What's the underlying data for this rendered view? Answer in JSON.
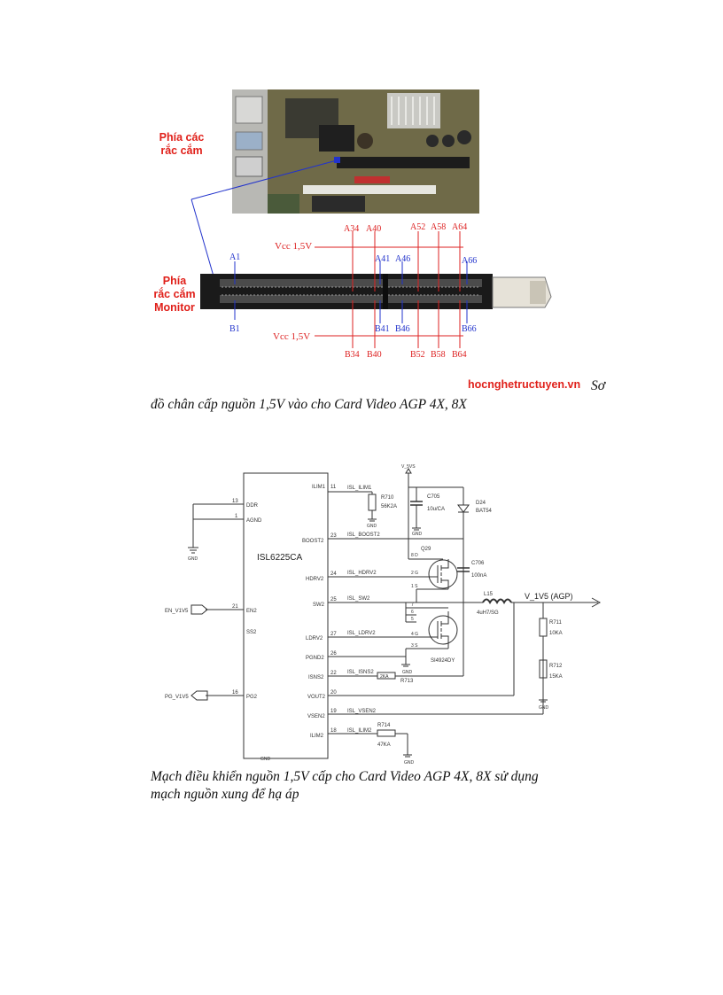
{
  "figure1": {
    "label_slot_side": [
      "Phía các",
      "rắc cắm"
    ],
    "label_monitor_side": [
      "Phía",
      "rắc cắm",
      "Monitor"
    ],
    "vcc_top": "Vcc 1,5V",
    "vcc_bottom": "Vcc 1,5V",
    "pins_top_red": [
      "A34",
      "A40",
      "A52",
      "A58",
      "A64"
    ],
    "pins_top_blue": [
      "A1",
      "A41",
      "A46",
      "A66"
    ],
    "pins_bottom_red": [
      "B34",
      "B40",
      "B52",
      "B58",
      "B64"
    ],
    "pins_bottom_blue": [
      "B1",
      "B41",
      "B46",
      "B66"
    ],
    "watermark": "hocnghetructuyen.vn",
    "caption_tail": "Sơ",
    "caption": "đồ chân cấp nguồn 1,5V vào cho Card Video AGP 4X, 8X"
  },
  "figure2": {
    "chip_name": "ISL6225CA",
    "left_pins": [
      {
        "num": "13",
        "name": "DDR"
      },
      {
        "num": "1",
        "name": "AGND"
      },
      {
        "num": "21",
        "name": "EN2"
      },
      {
        "num": "",
        "name": "SS2"
      },
      {
        "num": "16",
        "name": "PG2"
      }
    ],
    "right_pins": [
      {
        "num": "11",
        "name": "ILIM1"
      },
      {
        "num": "23",
        "name": "BOOST2"
      },
      {
        "num": "24",
        "name": "HDRV2"
      },
      {
        "num": "25",
        "name": "SW2"
      },
      {
        "num": "27",
        "name": "LDRV2"
      },
      {
        "num": "26",
        "name": "PGND2"
      },
      {
        "num": "22",
        "name": "ISNS2"
      },
      {
        "num": "20",
        "name": "VOUT2"
      },
      {
        "num": "19",
        "name": "VSEN2"
      },
      {
        "num": "18",
        "name": "ILIM2"
      }
    ],
    "nets": [
      "ISL_ILIM1",
      "ISL_BOOST2",
      "ISL_HDRV2",
      "ISL_SW2",
      "ISL_LDRV2",
      "ISL_ISNS2",
      "ISL_VSEN2",
      "ISL_ILIM2"
    ],
    "gnd": "GND",
    "en_signal": "EN_V1V5",
    "pg_signal": "PG_V1V5",
    "vin": "V_5VS",
    "r710": [
      "R710",
      "56K2A"
    ],
    "c705": [
      "C705",
      "10u/CA"
    ],
    "d24": [
      "D24",
      "BAT54"
    ],
    "q29": "Q29",
    "c706": [
      "C706",
      "100nA"
    ],
    "l15": [
      "L15",
      "4uH7/SG"
    ],
    "output": "V_1V5 (AGP)",
    "r711": [
      "R711",
      "10KA"
    ],
    "r712": [
      "R712",
      "15KA"
    ],
    "r713": [
      "2KA",
      "R713"
    ],
    "r714": [
      "R714",
      "47KA"
    ],
    "mosfet": "SI4924DY",
    "mosfet_pins_top": [
      "8 D",
      "2 G",
      "1 S"
    ],
    "mosfet_pins_bot": [
      "7",
      "6",
      "5",
      "4 G",
      "3 S"
    ],
    "caption_lines": [
      "Mạch điều khiển nguồn 1,5V cấp cho Card Video AGP 4X, 8X sử dụng",
      "mạch nguồn xung để hạ áp"
    ]
  }
}
